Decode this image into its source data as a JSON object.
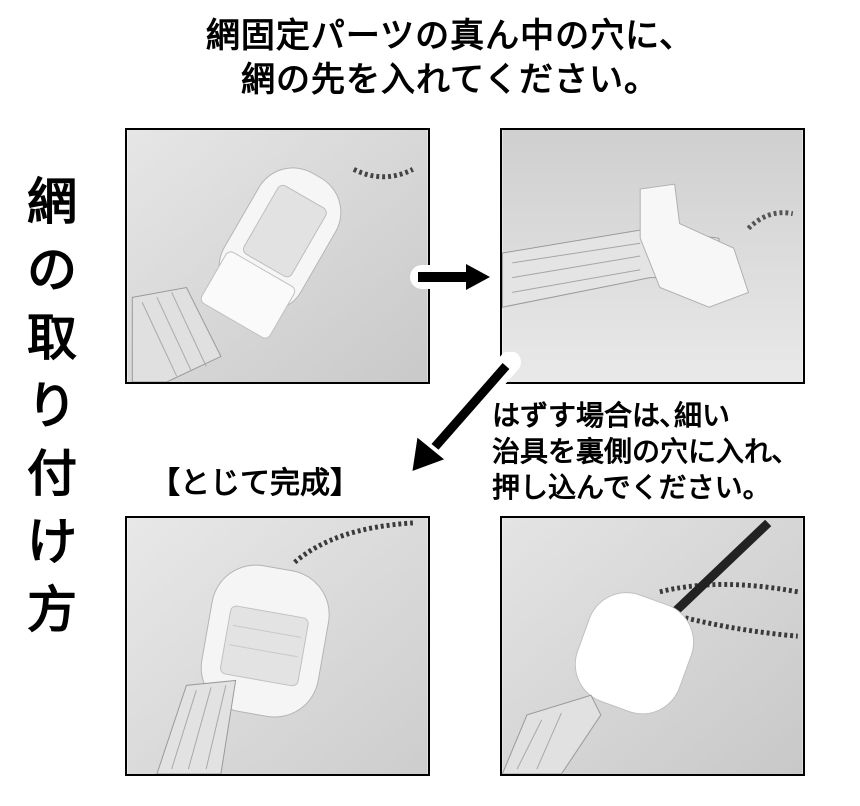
{
  "header": {
    "line1": "網固定パーツの真ん中の穴に、",
    "line2": "網の先を入れてください。"
  },
  "side_title": [
    "網",
    "の",
    "取",
    "り",
    "付",
    "け",
    "方"
  ],
  "captions": {
    "done": "【とじて完成】",
    "remove_lines": [
      "はずす場合は､細い",
      "治具を裏側の穴に入れ､",
      "押し込んでください。"
    ]
  },
  "photos": [
    {
      "name": "photo-insert-net"
    },
    {
      "name": "photo-net-inserted"
    },
    {
      "name": "photo-closed-complete"
    },
    {
      "name": "photo-remove-with-tool"
    }
  ],
  "colors": {
    "ink": "#000000",
    "photo_bg": "#d9d9d9",
    "part": "#f4f4f4"
  }
}
